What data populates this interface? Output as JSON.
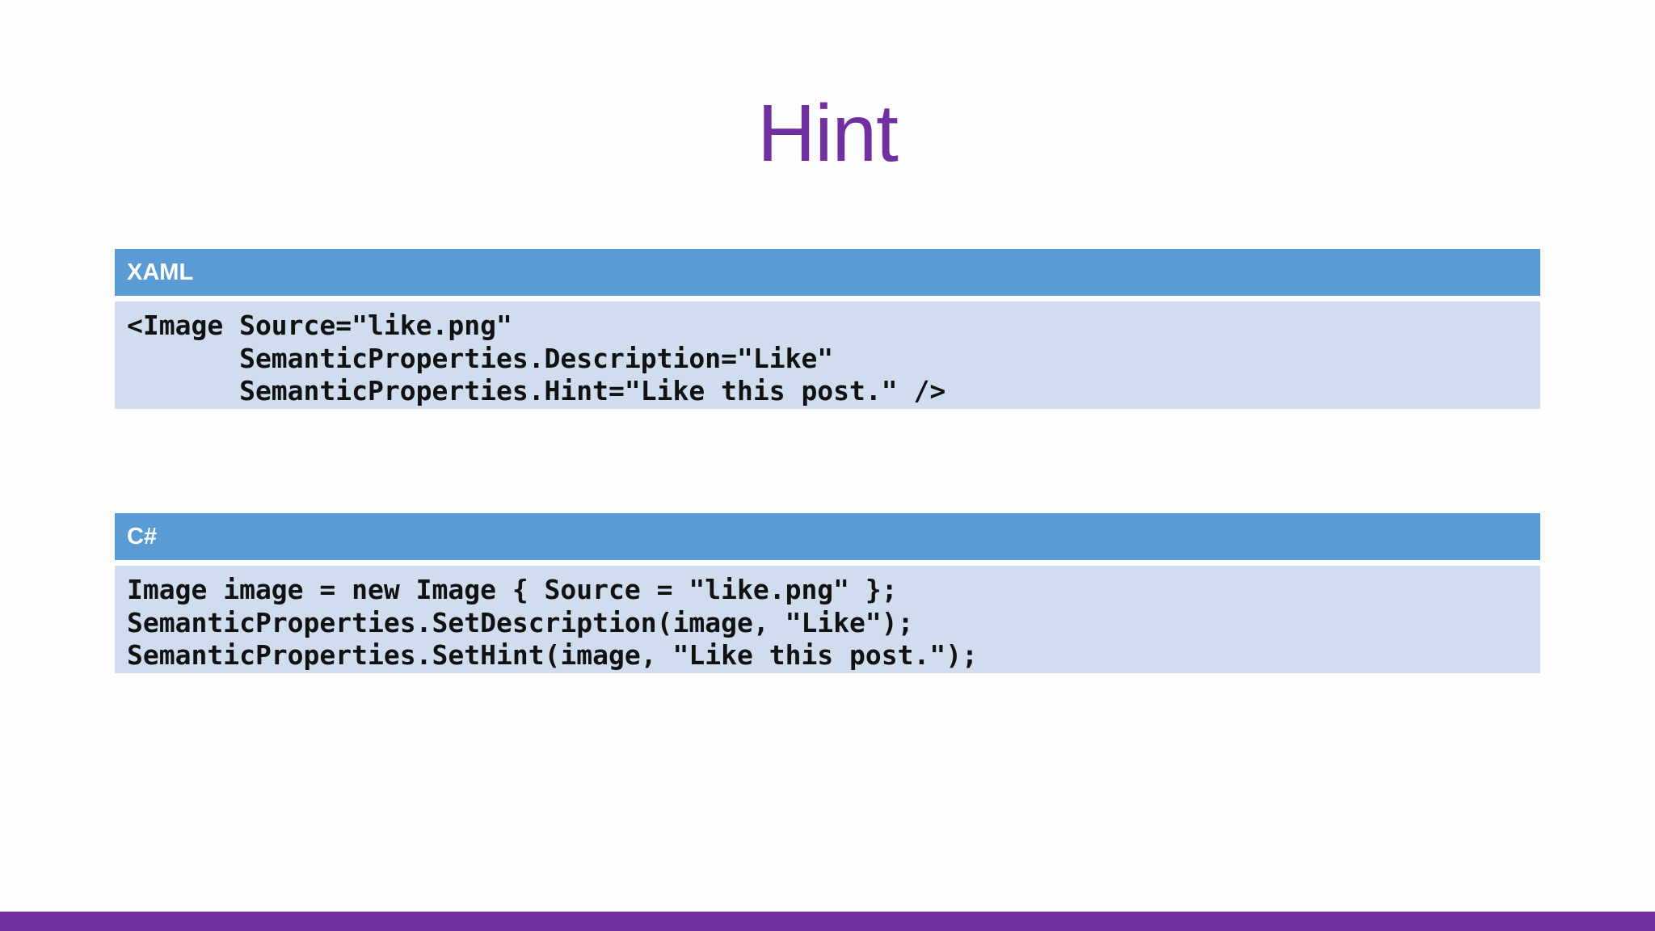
{
  "title": "Hint",
  "sections": [
    {
      "label": "XAML",
      "lines": [
        "<Image Source=\"like.png\"",
        "       SemanticProperties.Description=\"Like\"",
        "       SemanticProperties.Hint=\"Like this post.\" />"
      ]
    },
    {
      "label": "C#",
      "lines": [
        "Image image = new Image { Source = \"like.png\" };",
        "SemanticProperties.SetDescription(image, \"Like\");",
        "SemanticProperties.SetHint(image, \"Like this post.\");"
      ]
    }
  ],
  "colors": {
    "title": "#7030a0",
    "header": "#5b9bd5",
    "code_bg": "#d0ddef",
    "footer_bar": "#7030a0"
  }
}
